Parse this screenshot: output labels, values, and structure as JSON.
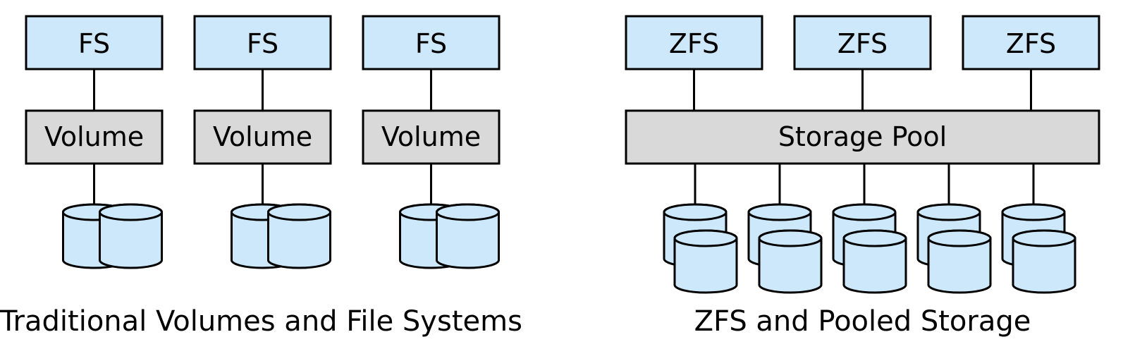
{
  "left": {
    "fs_labels": [
      "FS",
      "FS",
      "FS"
    ],
    "volume_labels": [
      "Volume",
      "Volume",
      "Volume"
    ],
    "caption": "Traditional Volumes and File Systems"
  },
  "right": {
    "zfs_labels": [
      "ZFS",
      "ZFS",
      "ZFS"
    ],
    "pool_label": "Storage Pool",
    "caption": "ZFS and Pooled Storage"
  },
  "colors": {
    "fs_box": "#cce8fa",
    "volume_box": "#d9d9d9",
    "disk": "#cce8fa",
    "stroke": "#000000"
  }
}
